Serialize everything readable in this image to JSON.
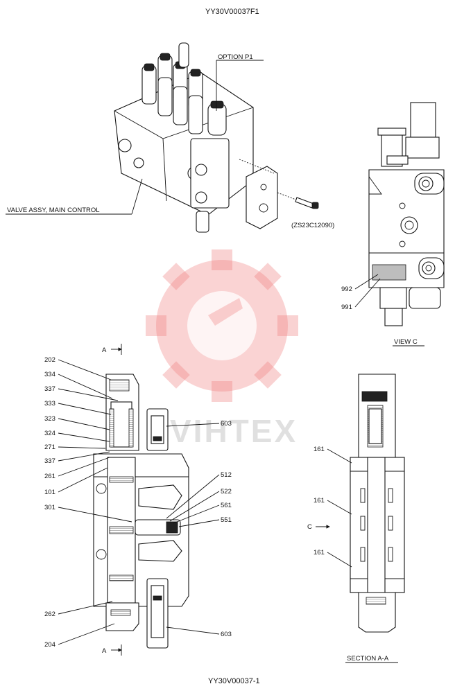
{
  "header": {
    "title": "YY30V00037F1"
  },
  "footer": {
    "code": "YY30V00037-1"
  },
  "callouts": {
    "option": "OPTION  P1",
    "valve_assy": "VALVE ASSY, MAIN CONTROL",
    "screw_part": "(ZS23C12090)",
    "view_c": "VIEW  C",
    "section_aa": "SECTION  A-A",
    "arrow_a_top": "A",
    "arrow_a_bottom": "A",
    "arrow_c": "C"
  },
  "part_numbers": {
    "p992": "992",
    "p991": "991",
    "p202": "202",
    "p334": "334",
    "p337a": "337",
    "p333": "333",
    "p323": "323",
    "p324": "324",
    "p271": "271",
    "p337b": "337",
    "p261": "261",
    "p101": "101",
    "p301": "301",
    "p262": "262",
    "p204": "204",
    "p603a": "603",
    "p603b": "603",
    "p512": "512",
    "p522": "522",
    "p561": "561",
    "p551": "551",
    "p161a": "161",
    "p161b": "161",
    "p161c": "161"
  },
  "watermark": {
    "text": "VIHTEX"
  }
}
